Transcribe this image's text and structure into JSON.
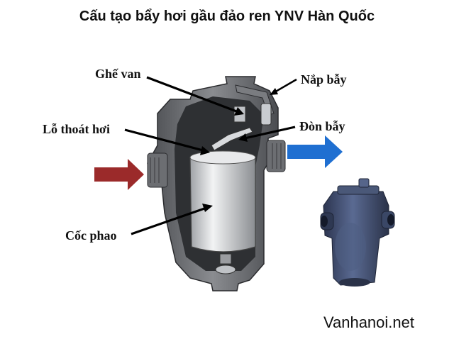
{
  "title": "Cấu tạo bẩy hơi gầu đảo ren YNV Hàn Quốc",
  "labels": {
    "valve_seat": "Ghế van",
    "cap": "Nắp bẫy",
    "vent_hole": "Lỗ thoát hơi",
    "lever": "Đòn bẫy",
    "bucket": "Cốc phao"
  },
  "website": "Vanhanoi.net",
  "colors": {
    "inlet_arrow": "#9b2a2a",
    "outlet_arrow": "#1f6fd1",
    "body_gray": "#5a5c60",
    "bucket_silver": "#d5d7da",
    "product_blue": "#3d4a6a"
  }
}
